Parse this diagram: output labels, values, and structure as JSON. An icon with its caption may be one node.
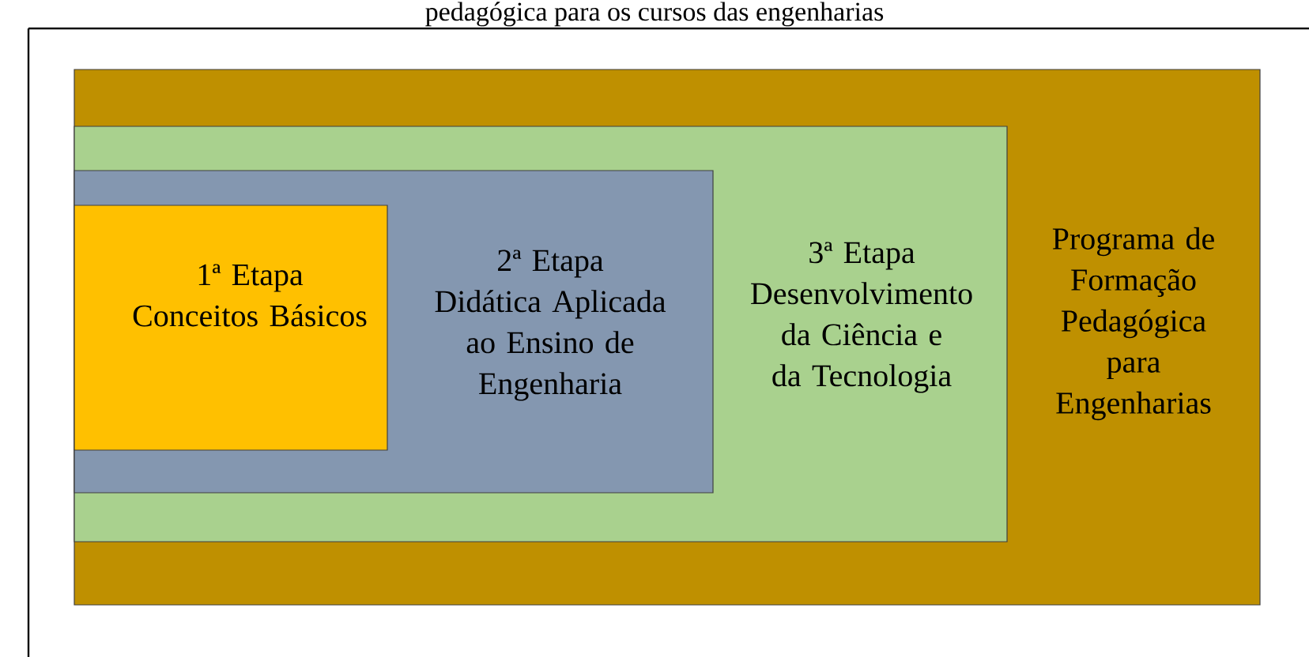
{
  "diagram": {
    "title": "pedagógica para os cursos das engenharias",
    "nodes": [
      {
        "text": [
          "Programa de Formação Pedagógica para Engenharias"
        ]
      },
      {
        "text": [
          "3ª Etapa",
          "Desenvolvimento da Ciência e da Tecnologia"
        ],
        "in": 0
      },
      {
        "text": [
          "2ª Etapa",
          "Didática Aplicada ao Ensino de Engenharia"
        ],
        "in": 1
      },
      {
        "text": [
          "1ª Etapa",
          "Conceitos Básicos"
        ],
        "in": 2
      }
    ]
  }
}
